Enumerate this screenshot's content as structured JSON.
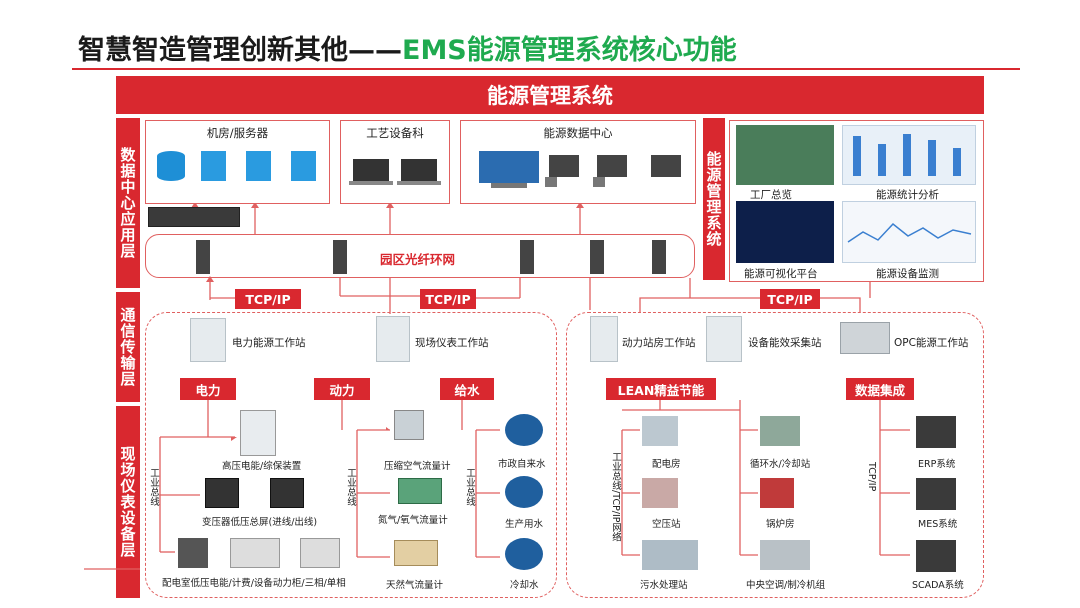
{
  "title": {
    "main": "智慧智造管理创新其他——",
    "sub": "EMS能源管理系统核心功能"
  },
  "banner": "能源管理系统",
  "layers": {
    "data_center": "数据中心应用层",
    "comm": "通信传输层",
    "field": "现场仪表设备层",
    "ems": "能源管理系统"
  },
  "panels": {
    "server_room": "机房/服务器",
    "process_dept": "工艺设备科",
    "energy_dc": "能源数据中心"
  },
  "ring_label": "园区光纤环网",
  "tcp": [
    "TCP/IP",
    "TCP/IP",
    "TCP/IP"
  ],
  "ems_tiles": [
    "工厂总览",
    "能源统计分析",
    "能源可视化平台",
    "能源设备监测"
  ],
  "workstations": [
    "电力能源工作站",
    "现场仪表工作站",
    "动力站房工作站",
    "设备能效采集站",
    "OPC能源工作站"
  ],
  "categories": [
    "电力",
    "动力",
    "给水",
    "LEAN精益节能",
    "数据集成"
  ],
  "bus": {
    "industrial": "工业总线",
    "lean": "工业总线/TCP/IP网络",
    "tcp": "TCP/IP"
  },
  "power_devices": [
    "高压电能/综保装置",
    "变压器低压总屏(进线/出线)",
    "配电室低压电能/计费/设备动力柜/三相/单相"
  ],
  "motive_devices": [
    "压缩空气流量计",
    "氮气/氧气流量计",
    "天然气流量计"
  ],
  "water_devices": [
    "市政自来水",
    "生产用水",
    "冷却水"
  ],
  "lean_left": [
    "配电房",
    "空压站",
    "污水处理站"
  ],
  "lean_right": [
    "循环水/冷却站",
    "锅炉房",
    "中央空调/制冷机组"
  ],
  "integration": [
    "ERP系统",
    "MES系统",
    "SCADA系统"
  ],
  "colors": {
    "accent": "#d9282f",
    "green": "#1faa4f"
  }
}
